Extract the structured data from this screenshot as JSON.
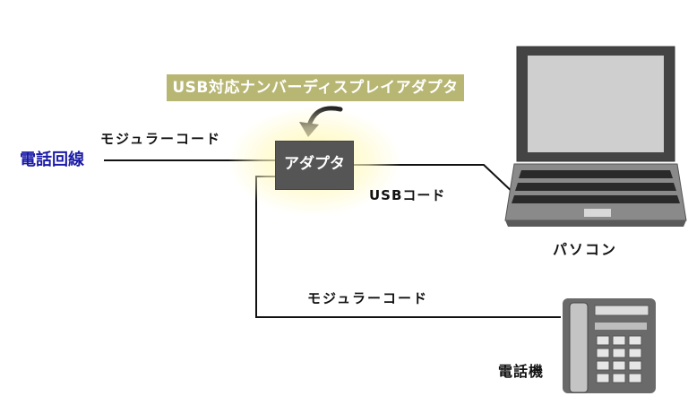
{
  "title": "USB対応ナンバーディスプレイアダプタ",
  "nodes": {
    "phone_line": "電話回線",
    "adapter": "アダプタ",
    "pc": "パソコン",
    "telephone": "電話機"
  },
  "cables": {
    "modular_top": "モジュラーコード",
    "usb": "USBコード",
    "modular_bottom": "モジュラーコード"
  },
  "colors": {
    "title_bg": "#b8b673",
    "adapter_bg": "#555555",
    "phone_line_text": "#1a1aa8",
    "glow": "#fff6a8"
  },
  "icons": [
    "laptop-icon",
    "telephone-icon",
    "curved-arrow-icon"
  ]
}
